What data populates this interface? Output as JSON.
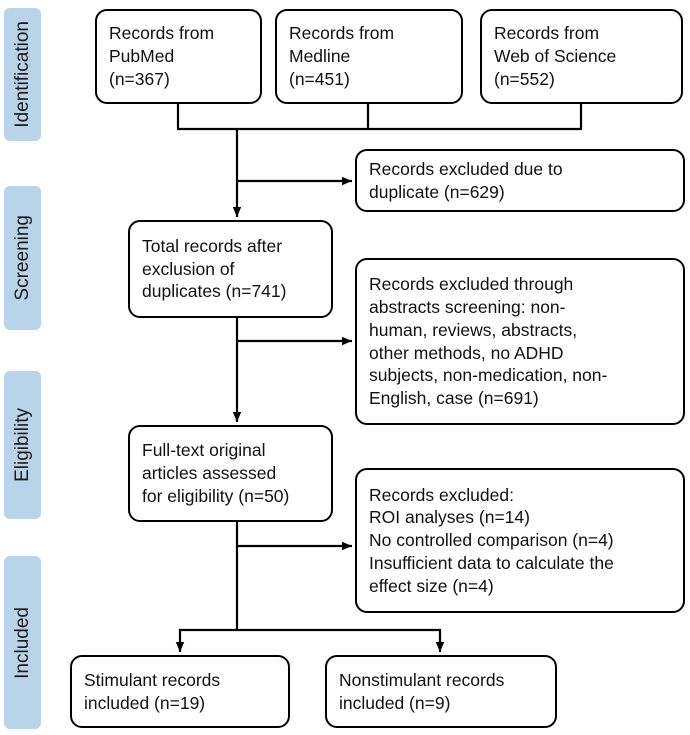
{
  "figure": {
    "type": "prisma-flow-diagram"
  },
  "stages": [
    {
      "id": "identification",
      "label": "Identification"
    },
    {
      "id": "screening",
      "label": "Screening"
    },
    {
      "id": "eligibility",
      "label": "Eligibility"
    },
    {
      "id": "included",
      "label": "Included"
    }
  ],
  "boxes": {
    "pubmed": {
      "text": "Records from\nPubMed\n(n=367)"
    },
    "medline": {
      "text": "Records from\nMedline\n(n=451)"
    },
    "web_of_science": {
      "text": "Records from\nWeb of Science\n(n=552)"
    },
    "duplicates_excluded": {
      "text": "Records excluded due to\nduplicate (n=629)"
    },
    "total_after_duplicates": {
      "text": "Total records after\nexclusion of\nduplicates (n=741)"
    },
    "abstract_screening_excluded": {
      "text": "Records excluded through\nabstracts screening: non-\nhuman, reviews, abstracts,\nother methods, no ADHD\nsubjects, non-medication, non-\nEnglish, case (n=691)"
    },
    "fulltext_assessed": {
      "text": "Full-text original\narticles assessed\nfor eligibility (n=50)"
    },
    "fulltext_excluded": {
      "text": "Records excluded:\nROI analyses (n=14)\nNo controlled comparison (n=4)\nInsufficient data to calculate the\neffect size (n=4)"
    },
    "stimulant_included": {
      "text": "Stimulant records\nincluded (n=19)"
    },
    "nonstimulant_included": {
      "text": "Nonstimulant records\nincluded (n=9)"
    }
  },
  "colors": {
    "stage_fill": "#b9d3ea",
    "box_border": "#000000",
    "box_fill": "#ffffff",
    "text": "#111111"
  }
}
